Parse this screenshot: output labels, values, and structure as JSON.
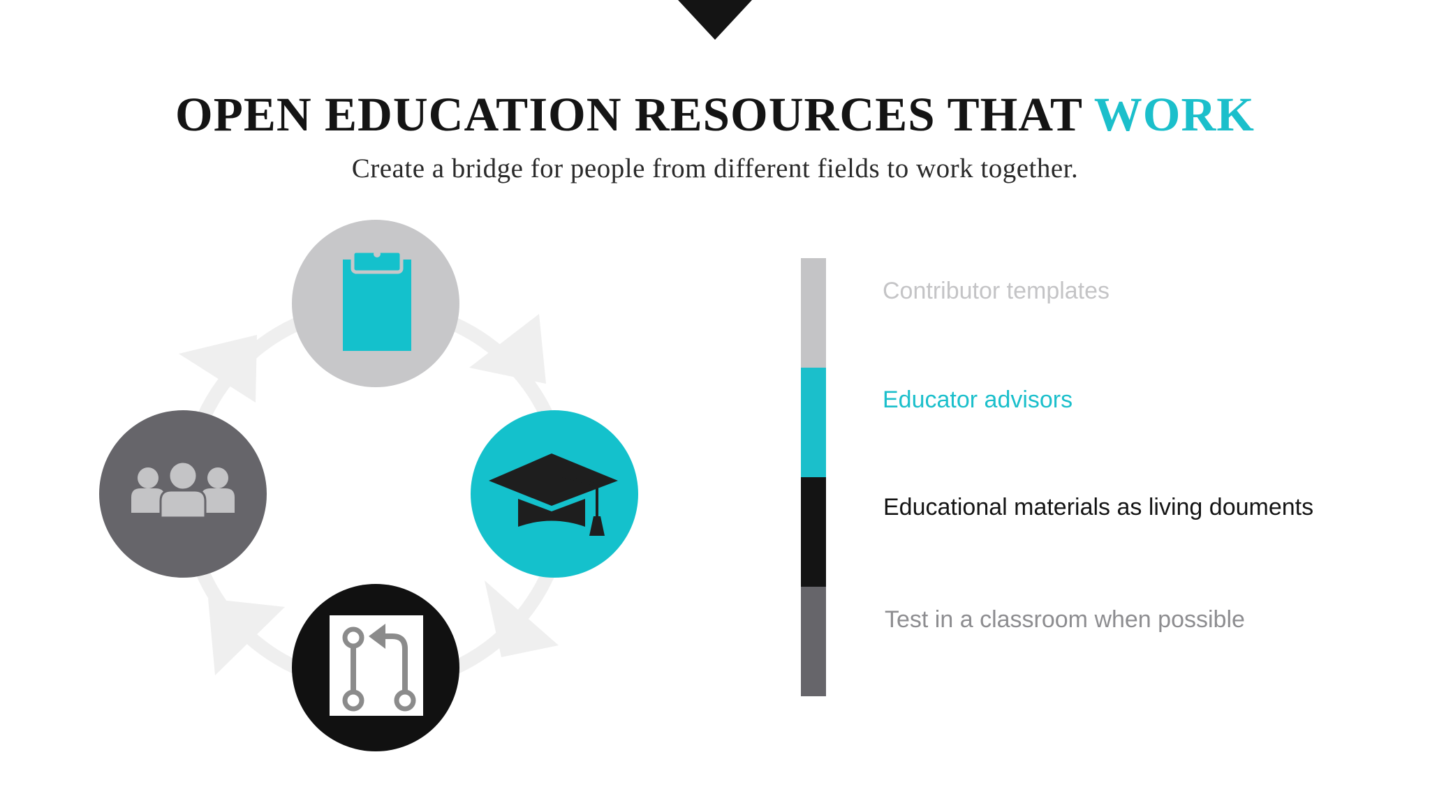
{
  "header": {
    "title_main": "OPEN EDUCATION RESOURCES THAT ",
    "title_accent": "WORK",
    "subtitle": "Create a bridge for people from different fields to work together."
  },
  "cycle": {
    "nodes": [
      {
        "icon": "clipboard-icon",
        "circle_color": "#c7c7c9",
        "icon_color": "#14c1cc"
      },
      {
        "icon": "graduation-cap-icon",
        "circle_color": "#14c1cc",
        "icon_color": "#1e1e1e"
      },
      {
        "icon": "pull-request-icon",
        "circle_color": "#111111",
        "icon_color": "#8b8b8b"
      },
      {
        "icon": "group-icon",
        "circle_color": "#66656a",
        "icon_color": "#c4c4c6"
      }
    ],
    "arrow_color": "#efefef"
  },
  "list": {
    "items": [
      {
        "label": "Contributor templates",
        "bar_color": "#c4c4c6",
        "text_color": "#c4c4c6"
      },
      {
        "label": "Educator advisors",
        "bar_color": "#1bbfcb",
        "text_color": "#1bbfcb"
      },
      {
        "label": "Educational materials as living douments",
        "bar_color": "#141414",
        "text_color": "#141414"
      },
      {
        "label": "Test in a classroom when possible",
        "bar_color": "#66656a",
        "text_color": "#8d8d90"
      }
    ]
  }
}
